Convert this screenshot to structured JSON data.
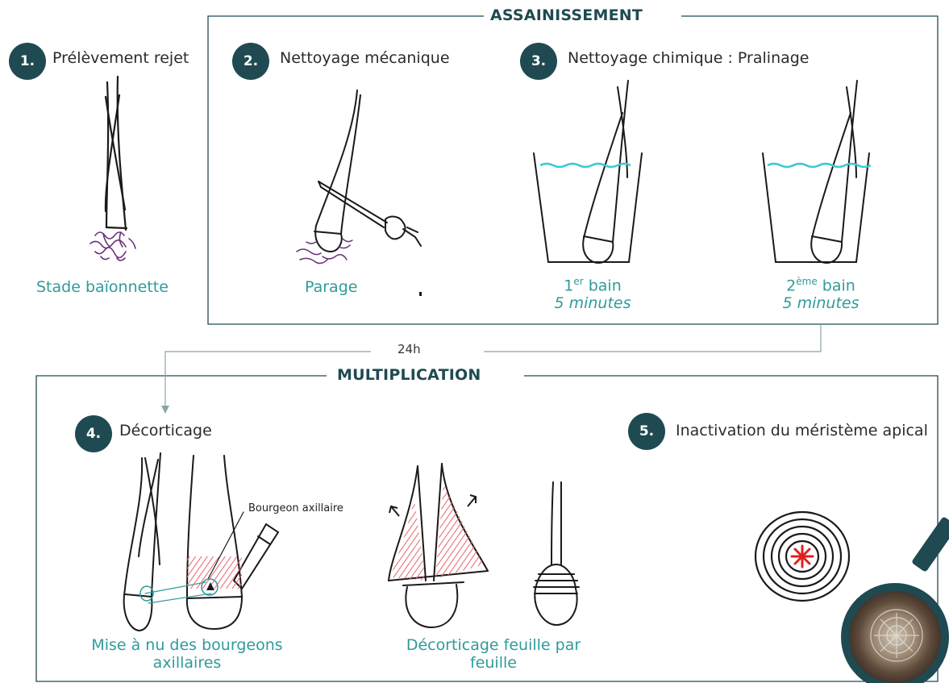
{
  "colors": {
    "teal_dark": "#1f4a52",
    "caption_teal": "#2f9b9a",
    "water": "#38c9d6",
    "root_purple": "#6b2f7a",
    "hatch_pink": "#e8646e",
    "meristem_red": "#e02020"
  },
  "sections": {
    "sanitation": "ASSAINISSEMENT",
    "multiplication": "MULTIPLICATION"
  },
  "delay_label": "24h",
  "steps": [
    {
      "number": "1.",
      "label": "Prélèvement rejet"
    },
    {
      "number": "2.",
      "label": "Nettoyage mécanique"
    },
    {
      "number": "3.",
      "label": "Nettoyage chimique : Pralinage"
    },
    {
      "number": "4.",
      "label": "Décorticage"
    },
    {
      "number": "5.",
      "label": "Inactivation du méristème apical"
    }
  ],
  "captions": {
    "stage": "Stade baïonnette",
    "paring": "Parage",
    "bath1": {
      "number": "1",
      "sup": "er",
      "word": " bain",
      "time": "5 minutes"
    },
    "bath2": {
      "number": "2",
      "sup": "ème",
      "word": " bain",
      "time": "5 minutes"
    },
    "expose_line1": "Mise à nu des bourgeons",
    "expose_line2": "axillaires",
    "peel_line1": "Décorticage feuille par",
    "peel_line2": "feuille"
  },
  "annotation_bud": "Bourgeon axillaire",
  "icons": [
    "scythe-icon",
    "hand-knife-icon",
    "pruning-knife-icon",
    "peel-arrow-icon",
    "meristem-star-icon"
  ]
}
